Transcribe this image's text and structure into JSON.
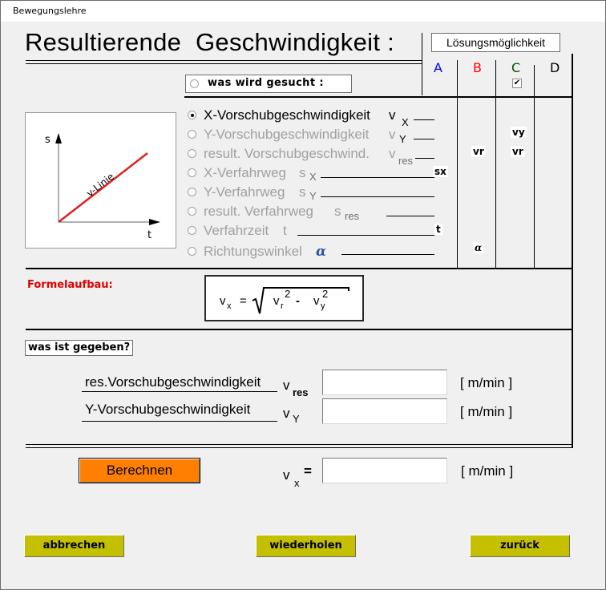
{
  "window": {
    "title": "Bewegungslehre"
  },
  "header": {
    "title": "Resultierende  Geschwindigkeit :"
  },
  "solutions": {
    "label": "Lösungsmöglichkeit",
    "columns": [
      {
        "key": "A",
        "color": "#0000ff"
      },
      {
        "key": "B",
        "color": "#ff0000"
      },
      {
        "key": "C",
        "color": "#005000",
        "checked": true
      },
      {
        "key": "D",
        "color": "#000000"
      }
    ],
    "checkbox_mark": "✔",
    "cells": {
      "B_row3": "vr",
      "C_row2": "vy",
      "C_row3": "vr",
      "B_row8": "α"
    }
  },
  "search": {
    "label": "was wird gesucht :"
  },
  "options": [
    {
      "label": "X-Vorschubgeschwindigkeit",
      "symbol": "v",
      "sub": "X",
      "selected": true,
      "enabled": true
    },
    {
      "label": "Y-Vorschubgeschwindigkeit",
      "symbol": "v",
      "sub": "Y",
      "selected": false,
      "enabled": false
    },
    {
      "label": "result. Vorschubgeschwind.",
      "symbol": "v",
      "sub": "res",
      "selected": false,
      "enabled": false
    },
    {
      "label": "X-Verfahrweg",
      "symbol": "s",
      "sub": "X",
      "tag": "sx",
      "selected": false,
      "enabled": false
    },
    {
      "label": "Y-Verfahrweg",
      "symbol": "s",
      "sub": "Y",
      "selected": false,
      "enabled": false
    },
    {
      "label": "result. Verfahrweg",
      "symbol": "s",
      "sub": "res",
      "selected": false,
      "enabled": false
    },
    {
      "label": "Verfahrzeit",
      "symbol": "t",
      "sub": "",
      "tag": "t",
      "selected": false,
      "enabled": false
    },
    {
      "label": "Richtungswinkel",
      "symbol": "α",
      "sub": "",
      "selected": false,
      "enabled": false
    }
  ],
  "diagram": {
    "y_axis": "s",
    "x_axis": "t",
    "line_label": "v-Linie",
    "line_color": "#e02020"
  },
  "formula": {
    "label": "Formelaufbau:",
    "lhs": "v",
    "lhs_sub": "x",
    "eq": "=",
    "term1": "v",
    "term1_sub": "r",
    "term1_exp": "2",
    "op": "-",
    "term2": "v",
    "term2_sub": "y",
    "term2_exp": "2"
  },
  "given": {
    "label": "was ist gegeben?",
    "fields": [
      {
        "label": "res.Vorschubgeschwindigkeit",
        "symbol": "v",
        "sub": "res",
        "value": "",
        "unit": "[ m/min ]"
      },
      {
        "label": "Y-Vorschubgeschwindigkeit",
        "symbol": "v",
        "sub": "Y",
        "value": "",
        "unit": "[ m/min ]"
      }
    ]
  },
  "result": {
    "button": "Berechnen",
    "symbol": "v",
    "sub": "x",
    "eq": "=",
    "value": "",
    "unit": "[ m/min ]"
  },
  "footer": {
    "cancel": "abbrechen",
    "repeat": "wiederholen",
    "back": "zurück"
  }
}
